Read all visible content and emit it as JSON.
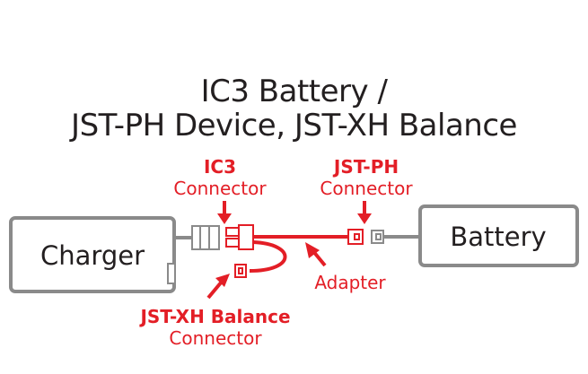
{
  "title": {
    "line1": "IC3 Battery /",
    "line2": "JST-PH Device, JST-XH Balance"
  },
  "devices": {
    "charger": "Charger",
    "battery": "Battery"
  },
  "labels": {
    "ic3": {
      "bold": "IC3",
      "regular": "Connector"
    },
    "jst_ph": {
      "bold": "JST-PH",
      "regular": "Connector"
    },
    "adapter": {
      "regular": "Adapter"
    },
    "jst_xh": {
      "bold": "JST-XH Balance",
      "regular": "Connector"
    }
  },
  "colors": {
    "text": "#231f20",
    "accent_red": "#e31e26",
    "device_gray": "#8a8a8a"
  }
}
